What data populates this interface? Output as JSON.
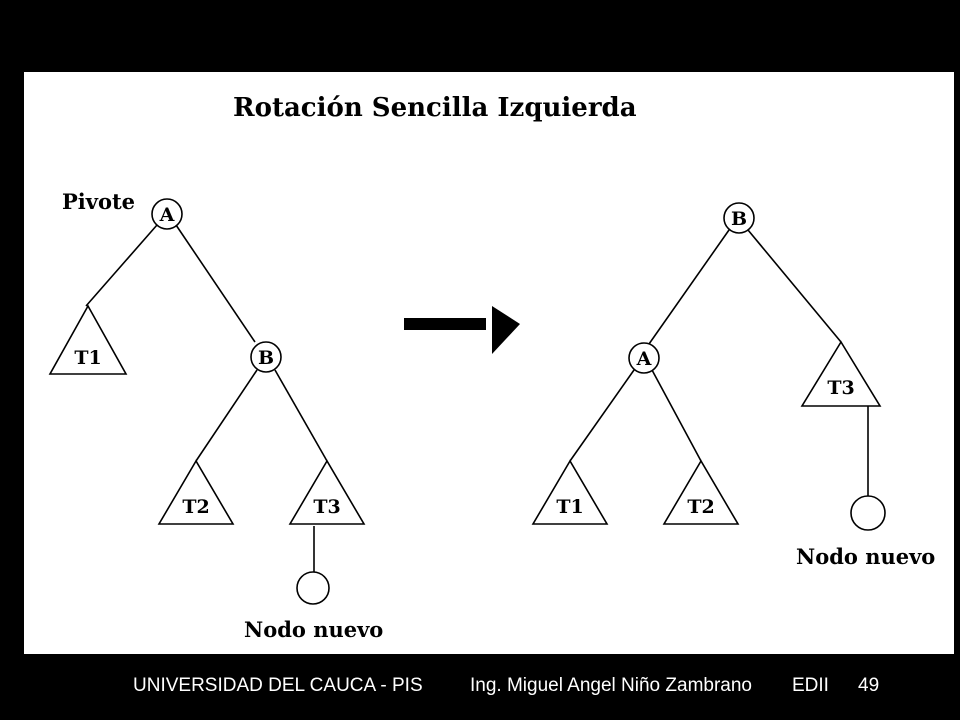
{
  "slide": {
    "title": "Rotación Sencilla Izquierda",
    "pivot_label": "Pivote",
    "before_tree": {
      "node_a": "A",
      "node_b": "B",
      "subtree_t1": "T1",
      "subtree_t2": "T2",
      "subtree_t3": "T3",
      "new_node_label": "Nodo nuevo"
    },
    "after_tree": {
      "node_b": "B",
      "node_a": "A",
      "subtree_t1": "T1",
      "subtree_t2": "T2",
      "subtree_t3": "T3",
      "new_node_label": "Nodo nuevo"
    }
  },
  "footer": {
    "institution": "UNIVERSIDAD DEL CAUCA - PIS",
    "author": "Ing. Miguel Angel Niño Zambrano",
    "course": "EDII",
    "page_number": "49"
  },
  "colors": {
    "background": "#000000",
    "panel": "#ffffff",
    "ink": "#000000",
    "footer_text": "#ffffff"
  }
}
